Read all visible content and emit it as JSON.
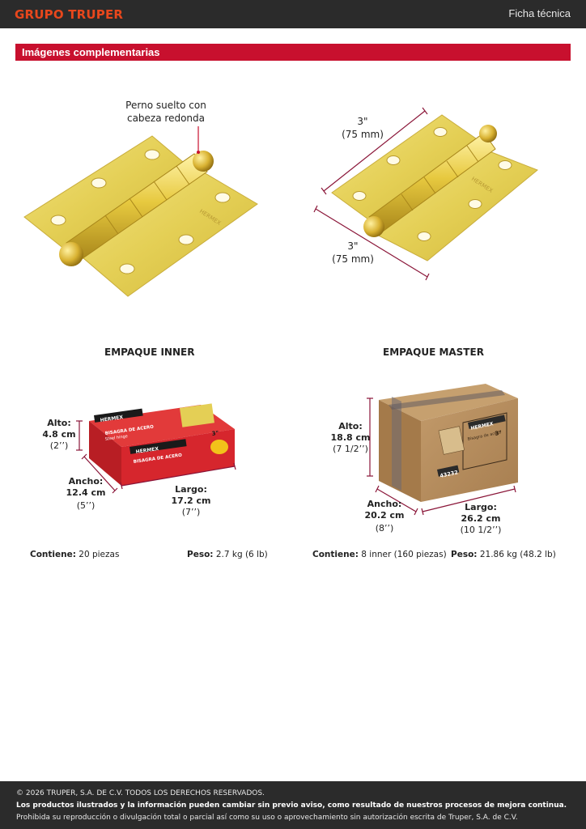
{
  "header": {
    "brand": "GRUPO TRUPER",
    "doc_type": "Ficha técnica"
  },
  "section": {
    "title": "Imágenes complementarias"
  },
  "hinge": {
    "callout_line1": "Perno suelto con",
    "callout_line2": "cabeza redonda",
    "dim_top_in": "3\"",
    "dim_top_mm": "(75 mm)",
    "dim_bottom_in": "3\"",
    "dim_bottom_mm": "(75 mm)",
    "stamp": "HERMEX"
  },
  "inner": {
    "title": "EMPAQUE INNER",
    "alto_label": "Alto:",
    "alto_cm": "4.8 cm",
    "alto_in": "(2’’)",
    "ancho_label": "Ancho:",
    "ancho_cm": "12.4 cm",
    "ancho_in": "(5’’)",
    "largo_label": "Largo:",
    "largo_cm": "17.2 cm",
    "largo_in": "(7’’)",
    "box_brand": "HERMEX",
    "box_product": "BISAGRA DE ACERO",
    "box_product_en": "Steel hinge",
    "box_size": "3\"",
    "contiene_label": "Contiene:",
    "contiene_value": "20 piezas",
    "peso_label": "Peso:",
    "peso_value": "2.7 kg (6 lb)"
  },
  "master": {
    "title": "EMPAQUE MASTER",
    "alto_label": "Alto:",
    "alto_cm": "18.8 cm",
    "alto_in": "(7 1/2’’)",
    "ancho_label": "Ancho:",
    "ancho_cm": "20.2 cm",
    "ancho_in": "(8’’)",
    "largo_label": "Largo:",
    "largo_cm": "26.2 cm",
    "largo_in": "(10 1/2’’)",
    "box_brand": "HERMEX",
    "box_product": "Bisagra de acero",
    "box_size": "3\"",
    "box_code": "43232",
    "contiene_label": "Contiene:",
    "contiene_value": "8 inner (160 piezas)",
    "peso_label": "Peso:",
    "peso_value": "21.86 kg (48.2 lb)"
  },
  "footer": {
    "line1": "© 2026 TRUPER, S.A. DE C.V. TODOS LOS DERECHOS RESERVADOS.",
    "line2": "Los productos ilustrados y la información pueden cambiar sin previo aviso, como resultado de nuestros procesos de mejora continua.",
    "line3": "Prohibida su reproducción o divulgación total o parcial así como su uso o aprovechamiento sin autorización escrita de Truper, S.A. de C.V."
  },
  "colors": {
    "brand_orange": "#e8471c",
    "section_red": "#c8102e",
    "brass": "#e3cf55",
    "dimension_line": "#8a1538"
  }
}
